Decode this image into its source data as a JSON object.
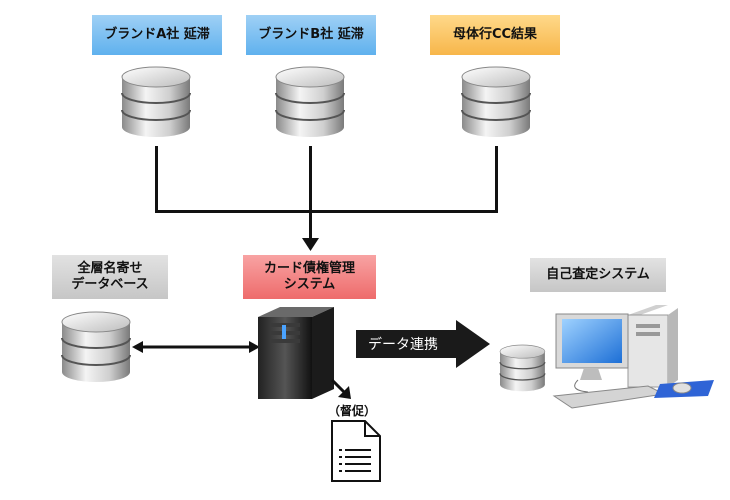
{
  "labels": {
    "brand_a": "ブランドA社 延滞",
    "brand_b": "ブランドB社 延滞",
    "parent_cc": "母体行CC結果",
    "name_db_line1": "全層名寄せ",
    "name_db_line2": "データベース",
    "card_system_line1": "カード債権管理",
    "card_system_line2": "システム",
    "self_assess": "自己査定システム"
  },
  "arrow_label": "データ連携",
  "doc_label": "（督促）",
  "colors": {
    "blue_label": "#5fb1ee",
    "orange_label": "#f7b64a",
    "gray_label": "#c6c6c6",
    "red_label": "#ee6b6b",
    "arrow_dark": "#1a1a1a"
  }
}
